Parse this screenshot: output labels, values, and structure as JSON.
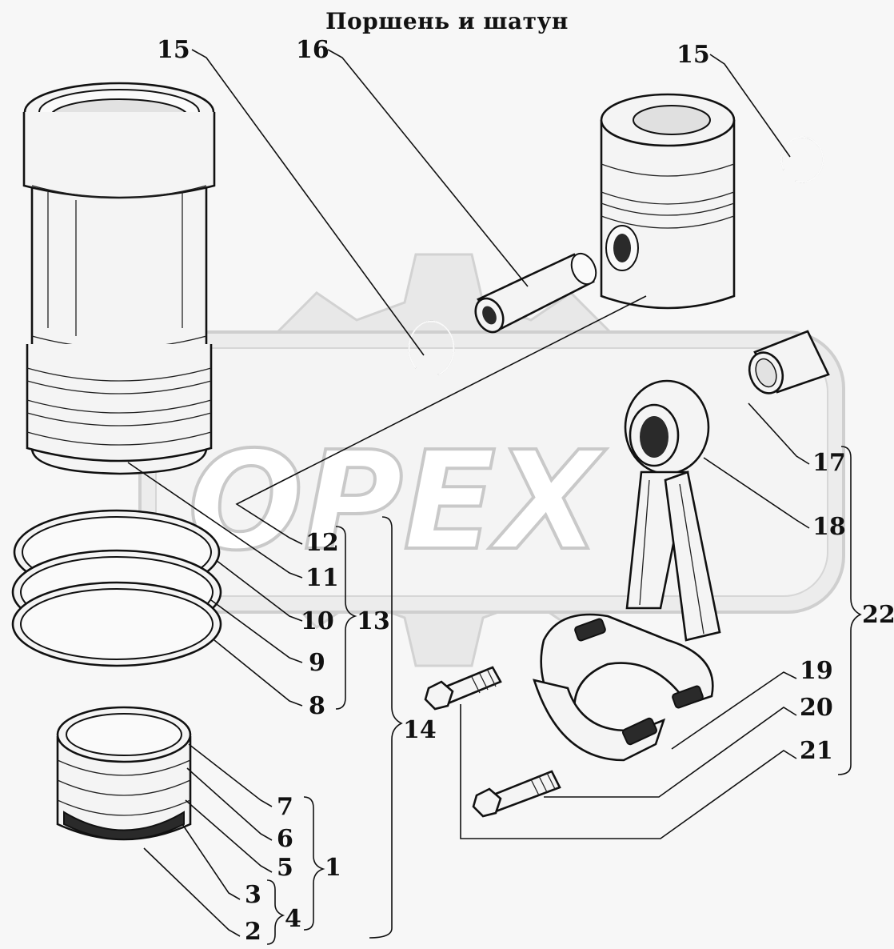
{
  "title": "Поршень и шатун",
  "watermark": "OPEX",
  "callouts": {
    "c15a": "15",
    "c16": "16",
    "c15b": "15",
    "c17": "17",
    "c18": "18",
    "c22": "22",
    "c12": "12",
    "c11": "11",
    "c10": "10",
    "c13": "13",
    "c9": "9",
    "c8": "8",
    "c14": "14",
    "c19": "19",
    "c20": "20",
    "c21": "21",
    "c7": "7",
    "c6": "6",
    "c5": "5",
    "c1": "1",
    "c3": "3",
    "c4": "4",
    "c2": "2"
  },
  "colors": {
    "ink": "#111111",
    "watermark_outline": "#c9c9c9",
    "background": "#f7f7f7"
  }
}
